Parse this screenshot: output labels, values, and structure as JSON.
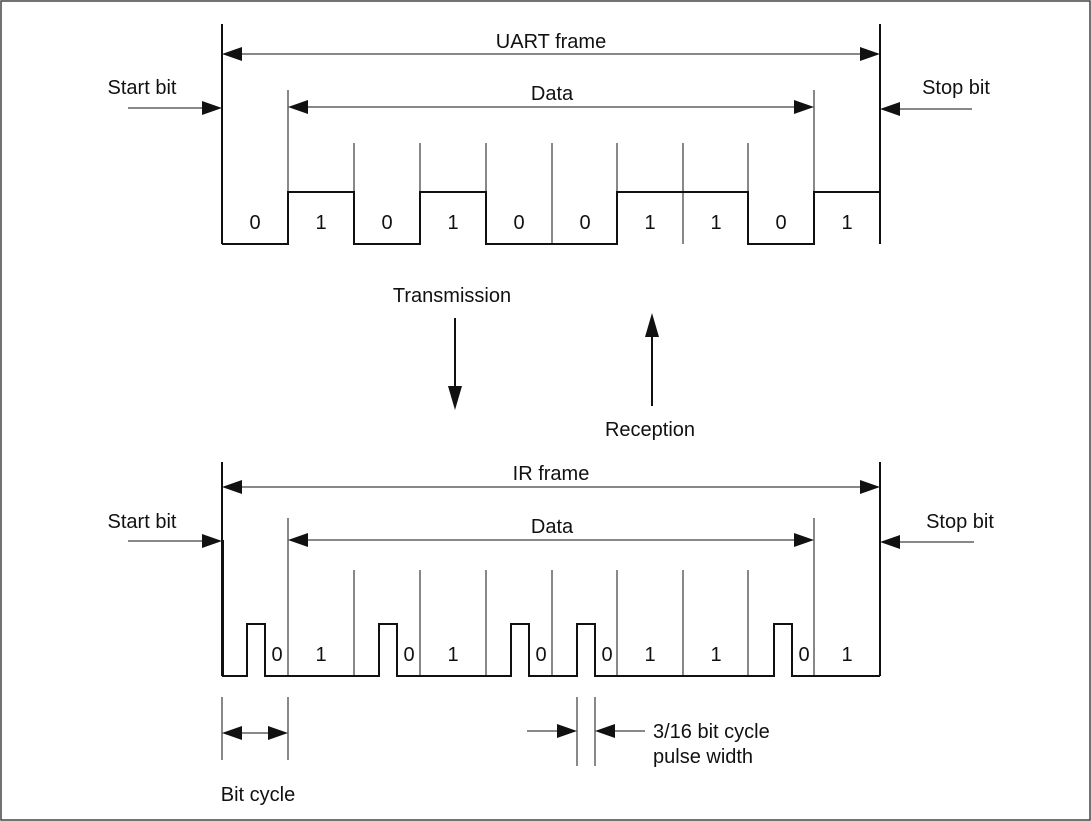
{
  "uart": {
    "frame_label": "UART frame",
    "data_label": "Data",
    "start_label": "Start bit",
    "stop_label": "Stop bit",
    "bits": [
      "0",
      "1",
      "0",
      "1",
      "0",
      "0",
      "1",
      "1",
      "0",
      "1"
    ]
  },
  "transmission_label": "Transmission",
  "reception_label": "Reception",
  "ir": {
    "frame_label": "IR frame",
    "data_label": "Data",
    "start_label": "Start bit",
    "stop_label": "Stop bit",
    "bits": [
      "0",
      "1",
      "0",
      "1",
      "0",
      "0",
      "1",
      "1",
      "0",
      "1"
    ]
  },
  "bit_cycle_label": "Bit cycle",
  "pulse_width_label_line1": "3/16 bit cycle",
  "pulse_width_label_line2": "pulse width"
}
